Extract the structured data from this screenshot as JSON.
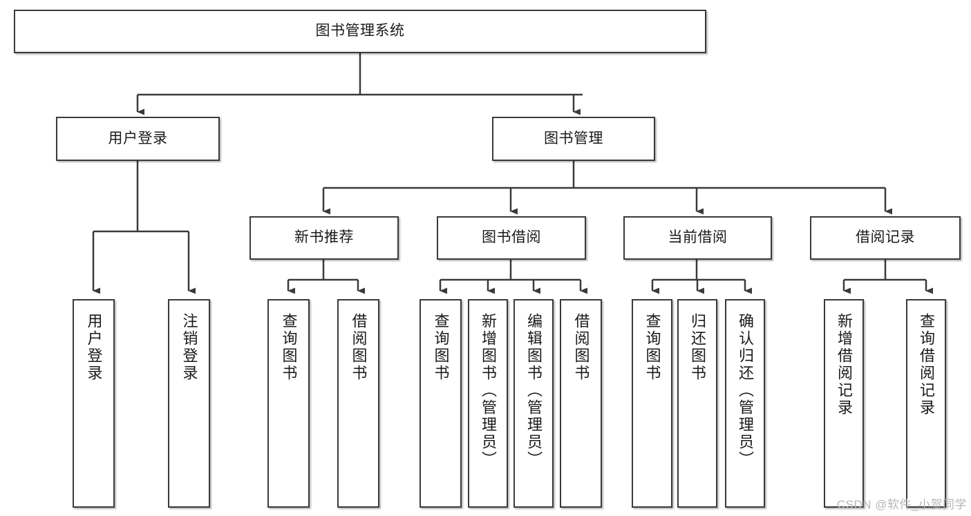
{
  "diagram": {
    "type": "tree",
    "title": "图书管理系统",
    "watermark": "CSDN @软件_小贺同学",
    "nodes": {
      "root": {
        "label": "图书管理系统",
        "level": 0
      },
      "user_login": {
        "label": "用户登录",
        "level": 1
      },
      "book_manage": {
        "label": "图书管理",
        "level": 1
      },
      "new_book_rec": {
        "label": "新书推荐",
        "level": 2
      },
      "book_borrow": {
        "label": "图书借阅",
        "level": 2
      },
      "current_borrow": {
        "label": "当前借阅",
        "level": 2
      },
      "borrow_record": {
        "label": "借阅记录",
        "level": 2
      },
      "leaf_user_login": {
        "label": "用户登录",
        "level": 3
      },
      "leaf_logout": {
        "label": "注销登录",
        "level": 3
      },
      "leaf_query_book_1": {
        "label": "查询图书",
        "level": 3
      },
      "leaf_borrow_book_1": {
        "label": "借阅图书",
        "level": 3
      },
      "leaf_query_book_2": {
        "label": "查询图书",
        "level": 3
      },
      "leaf_add_book": {
        "label": "新增图书（管理员）",
        "level": 3
      },
      "leaf_edit_book": {
        "label": "编辑图书（管理员）",
        "level": 3
      },
      "leaf_borrow_book_2": {
        "label": "借阅图书",
        "level": 3
      },
      "leaf_query_book_3": {
        "label": "查询图书",
        "level": 3
      },
      "leaf_return_book": {
        "label": "归还图书",
        "level": 3
      },
      "leaf_confirm_return": {
        "label": "确认归还（管理员）",
        "level": 3
      },
      "leaf_add_record": {
        "label": "新增借阅记录",
        "level": 3
      },
      "leaf_query_record": {
        "label": "查询借阅记录",
        "level": 3
      }
    },
    "edges": [
      {
        "from": "root",
        "to": "user_login"
      },
      {
        "from": "root",
        "to": "book_manage"
      },
      {
        "from": "user_login",
        "to": "leaf_user_login"
      },
      {
        "from": "user_login",
        "to": "leaf_logout"
      },
      {
        "from": "book_manage",
        "to": "new_book_rec"
      },
      {
        "from": "book_manage",
        "to": "book_borrow"
      },
      {
        "from": "book_manage",
        "to": "current_borrow"
      },
      {
        "from": "book_manage",
        "to": "borrow_record"
      },
      {
        "from": "new_book_rec",
        "to": "leaf_query_book_1"
      },
      {
        "from": "new_book_rec",
        "to": "leaf_borrow_book_1"
      },
      {
        "from": "book_borrow",
        "to": "leaf_query_book_2"
      },
      {
        "from": "book_borrow",
        "to": "leaf_add_book"
      },
      {
        "from": "book_borrow",
        "to": "leaf_edit_book"
      },
      {
        "from": "book_borrow",
        "to": "leaf_borrow_book_2"
      },
      {
        "from": "current_borrow",
        "to": "leaf_query_book_3"
      },
      {
        "from": "current_borrow",
        "to": "leaf_return_book"
      },
      {
        "from": "current_borrow",
        "to": "leaf_confirm_return"
      },
      {
        "from": "borrow_record",
        "to": "leaf_add_record"
      },
      {
        "from": "borrow_record",
        "to": "leaf_query_record"
      }
    ],
    "colors": {
      "box_border": "#3a3a3a",
      "box_fill": "#ffffff",
      "connector": "#3a3a3a",
      "text": "#1a1a1a",
      "watermark": "#b6b6b6"
    }
  }
}
